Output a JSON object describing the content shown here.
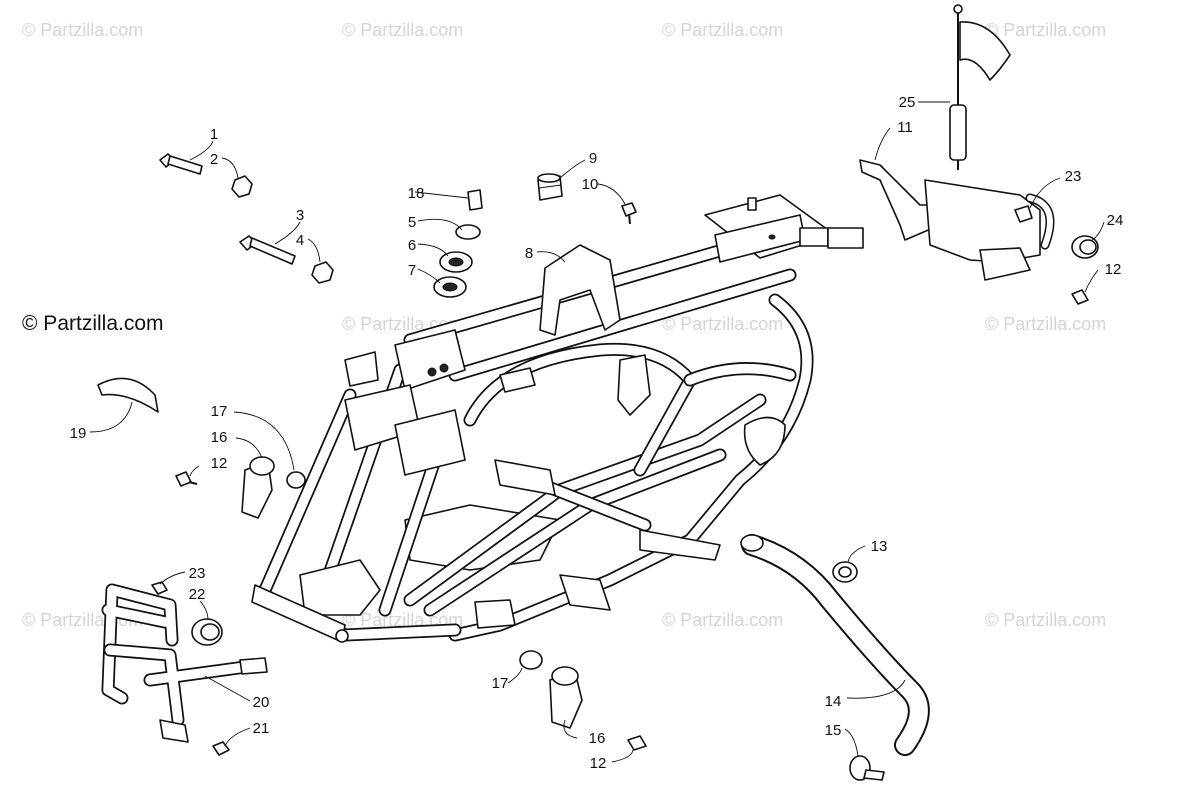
{
  "watermarks": {
    "main": "© Partzilla.com",
    "faint": "© Partzilla.com"
  },
  "callouts": [
    {
      "id": "c1",
      "label": "1"
    },
    {
      "id": "c2",
      "label": "2"
    },
    {
      "id": "c3",
      "label": "3"
    },
    {
      "id": "c4",
      "label": "4"
    },
    {
      "id": "c5",
      "label": "5"
    },
    {
      "id": "c6",
      "label": "6"
    },
    {
      "id": "c7",
      "label": "7"
    },
    {
      "id": "c8",
      "label": "8"
    },
    {
      "id": "c9",
      "label": "9"
    },
    {
      "id": "c10",
      "label": "10"
    },
    {
      "id": "c11",
      "label": "11"
    },
    {
      "id": "c12a",
      "label": "12"
    },
    {
      "id": "c12b",
      "label": "12"
    },
    {
      "id": "c12c",
      "label": "12"
    },
    {
      "id": "c13",
      "label": "13"
    },
    {
      "id": "c14",
      "label": "14"
    },
    {
      "id": "c15",
      "label": "15"
    },
    {
      "id": "c16a",
      "label": "16"
    },
    {
      "id": "c16b",
      "label": "16"
    },
    {
      "id": "c17a",
      "label": "17"
    },
    {
      "id": "c17b",
      "label": "17"
    },
    {
      "id": "c18",
      "label": "18"
    },
    {
      "id": "c19",
      "label": "19"
    },
    {
      "id": "c20",
      "label": "20"
    },
    {
      "id": "c21",
      "label": "21"
    },
    {
      "id": "c22",
      "label": "22"
    },
    {
      "id": "c23a",
      "label": "23"
    },
    {
      "id": "c23b",
      "label": "23"
    },
    {
      "id": "c24",
      "label": "24"
    },
    {
      "id": "c25",
      "label": "25"
    }
  ]
}
